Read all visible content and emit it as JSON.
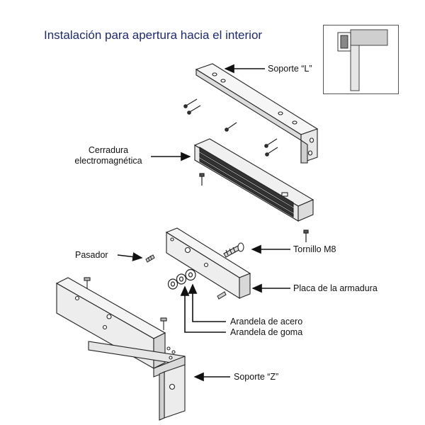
{
  "title": "Instalación para apertura hacia el interior",
  "labels": {
    "soporte_l": "Soporte “L”",
    "cerradura_line1": "Cerradura",
    "cerradura_line2": "electromagnética",
    "pasador": "Pasador",
    "tornillo": "Tornillo M8",
    "placa": "Placa de la armadura",
    "arandela_acero": "Arandela de acero",
    "arandela_goma": "Arandela de goma",
    "soporte_z": "Soporte “Z”"
  },
  "colors": {
    "title": "#1f2a6b",
    "line": "#222222",
    "part_fill": "#f6f6f6",
    "shade": "#d8d8d8",
    "inset_wall": "#bdbdbd"
  }
}
